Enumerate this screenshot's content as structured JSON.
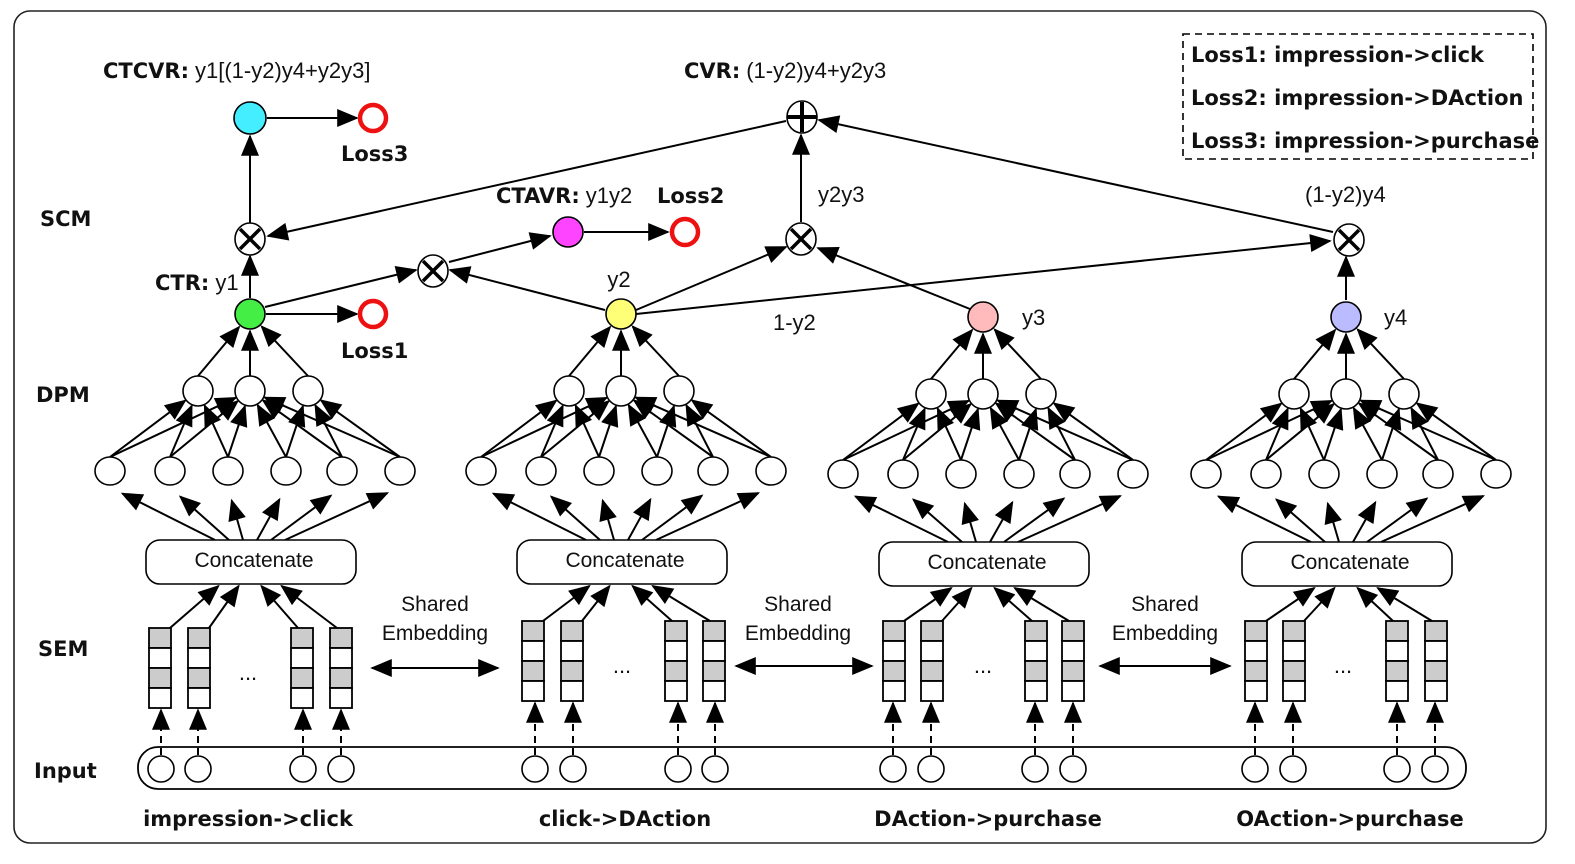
{
  "layers": {
    "scm": "SCM",
    "dpm": "DPM",
    "sem": "SEM",
    "input": "Input"
  },
  "legend": {
    "items": [
      "Loss1: impression->click",
      "Loss2: impression->DAction",
      "Loss3: impression->purchase"
    ]
  },
  "towers": [
    {
      "task": "impression->click",
      "output": "y1",
      "output_color": "#44ee44",
      "concat_label": "Concatenate",
      "ellipsis": "..."
    },
    {
      "task": "click->DAction",
      "output": "y2",
      "output_color": "#ffff77",
      "concat_label": "Concatenate",
      "ellipsis": "..."
    },
    {
      "task": "DAction->purchase",
      "output": "y3",
      "output_color": "#ffbbbb",
      "concat_label": "Concatenate",
      "ellipsis": "..."
    },
    {
      "task": "OAction->purchase",
      "output": "y4",
      "output_color": "#bbbbff",
      "concat_label": "Concatenate",
      "ellipsis": "..."
    }
  ],
  "shared_embedding": {
    "line1": "Shared",
    "line2": "Embedding"
  },
  "scm": {
    "ctr": {
      "bold": "CTR:",
      "expr": "y1"
    },
    "ctavr": {
      "bold": "CTAVR:",
      "expr": "y1y2",
      "color": "#ff44ff"
    },
    "ctcvr": {
      "bold": "CTCVR:",
      "expr": "y1[(1-y2)y4+y2y3]",
      "color": "#44eeff"
    },
    "cvr": {
      "bold": "CVR:",
      "expr": "(1-y2)y4+y2y3"
    },
    "y2y3": "y2y3",
    "one_minus_y2": "1-y2",
    "one_minus_y2_y4": "(1-y2)y4",
    "loss1": "Loss1",
    "loss2": "Loss2",
    "loss3": "Loss3",
    "loss_color": "#ee1111",
    "multiply_symbol": "multiply-icon",
    "add_symbol": "add-icon"
  }
}
